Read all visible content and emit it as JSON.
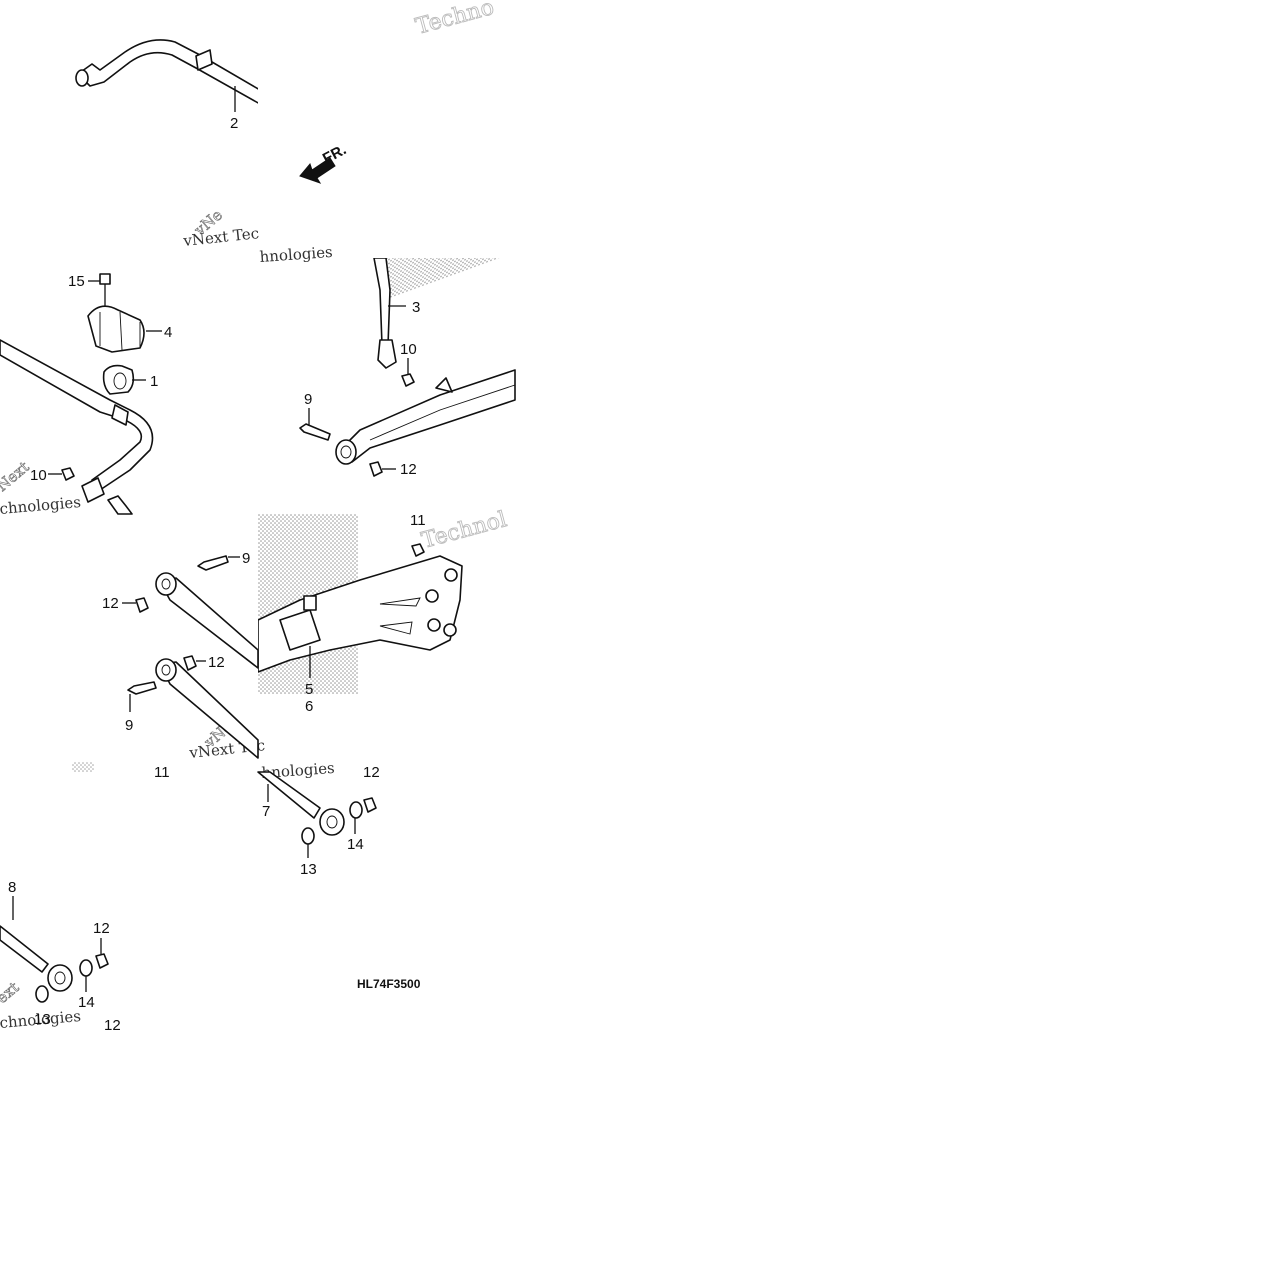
{
  "diagram": {
    "callouts": [
      {
        "id": "c2",
        "text": "2"
      },
      {
        "id": "c15",
        "text": "15"
      },
      {
        "id": "c4",
        "text": "4"
      },
      {
        "id": "c1",
        "text": "1"
      },
      {
        "id": "c10a",
        "text": "10"
      },
      {
        "id": "c3",
        "text": "3"
      },
      {
        "id": "c10b",
        "text": "10"
      },
      {
        "id": "c9a",
        "text": "9"
      },
      {
        "id": "c12a",
        "text": "12"
      },
      {
        "id": "c11a",
        "text": "11"
      },
      {
        "id": "c9b",
        "text": "9"
      },
      {
        "id": "c12b",
        "text": "12"
      },
      {
        "id": "c12c",
        "text": "12"
      },
      {
        "id": "c9c",
        "text": "9"
      },
      {
        "id": "c5",
        "text": "5"
      },
      {
        "id": "c6",
        "text": "6"
      },
      {
        "id": "c11b",
        "text": "11"
      },
      {
        "id": "c12d",
        "text": "12"
      },
      {
        "id": "c7",
        "text": "7"
      },
      {
        "id": "c14a",
        "text": "14"
      },
      {
        "id": "c13a",
        "text": "13"
      },
      {
        "id": "c8",
        "text": "8"
      },
      {
        "id": "c12e",
        "text": "12"
      },
      {
        "id": "c14b",
        "text": "14"
      },
      {
        "id": "c13b",
        "text": "13"
      },
      {
        "id": "c12f",
        "text": "12"
      }
    ],
    "front_indicator": "FR.",
    "diagram_code": "HL74F3500",
    "watermarks": {
      "techno_1": "Techno",
      "vnext_1": "vNext Tec",
      "technologies_1": "hnologies",
      "vnext_2": "vNe",
      "next_left": "Next",
      "technologies_left": "chnologies",
      "technol_right": "Technol",
      "vnext_3": "vNext Tec",
      "technologies_3": "hnologies",
      "vnext_4": "vNe",
      "next_bottom": "ext",
      "technologies_bottom": "chnologies"
    }
  }
}
